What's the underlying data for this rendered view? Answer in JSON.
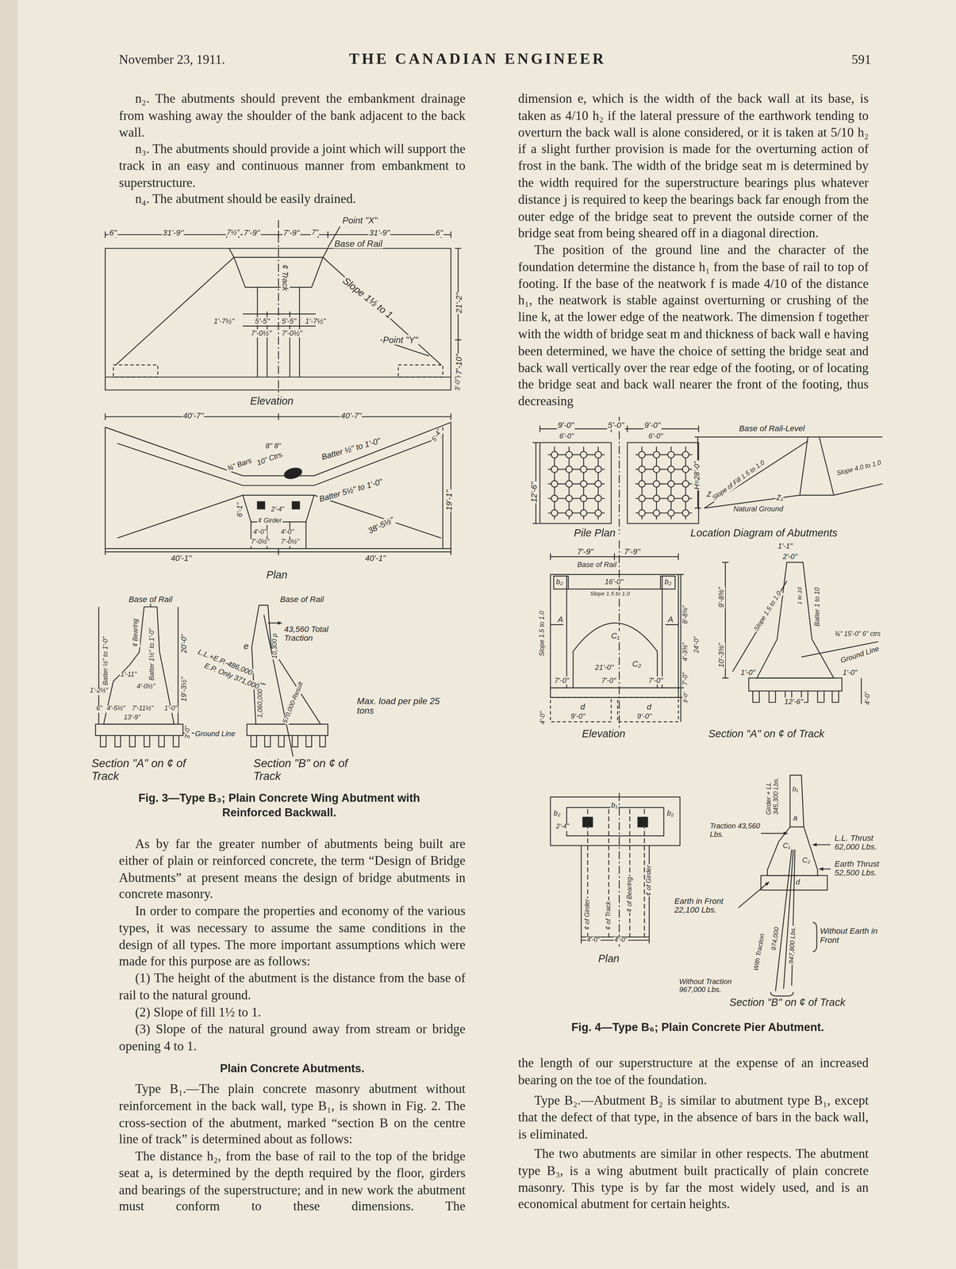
{
  "diagram": {
    "title": "THE CANADIAN ENGINEER",
    "labels": [
      "November 23, 1911.",
      "591",
      "n₂. The abutments should prevent the embankment drainage from washing away the shoulder of the bank adjacent to the back wall.",
      "n₃. The abutments should provide a joint which will support the track in an easy and continuous manner from embankment to superstructure.",
      "n₄. The abutment should be easily drained.",
      "6\"",
      "31'-9\"",
      "7½\"",
      "7'-9\"",
      "7'-9\"",
      "7\"",
      "31'-9\"",
      "6\"",
      "Point \"X\"",
      "Base of Rail",
      "¢ Track",
      "Slope 1½ to 1",
      "1'-7½\"",
      "5'-5\"",
      "5'-5\"",
      "1'-7½\"",
      "7'-0½\"",
      "7'-0½\"",
      "Point \"Y\"",
      "21'-2\"",
      "7'-10\"",
      "3'-0\"",
      "Elevation",
      "40'-7\"",
      "40'-7\"",
      "8\" 8\"",
      "¾\" Bars",
      "10\" Ctrs.",
      "Batter ½\" to 1'-0\"",
      "Batter 5½\" to 1'-0\"",
      "38'-5½\"",
      "5'-4\"",
      "19'-1\"",
      "6'-1\"",
      "2'-4\"",
      "¢ Girder",
      "4'-0\"",
      "4'-0\"",
      "7'-0½\"",
      "7'-0½\"",
      "40'-1\"",
      "40'-1\"",
      "Plan",
      "Base of Rail",
      "Batter ½\" to 1'-0\"",
      "¢ Bearing",
      "Batter 1½\" to 1'-0\"",
      "20'-0\"",
      "1'-11\"",
      "4'-0½\"",
      "1'-2½\"",
      "6\"",
      "4'-5½\"",
      "7'-11½\"",
      "1'-0\"",
      "13'-9\"",
      "19'-3½\"",
      "3'-0\"",
      "Ground Line",
      "Section \"A\" on ¢ of Track",
      "Base of Rail",
      "e",
      "43,560 Total Traction",
      "L.L.+E.P.-486,000",
      "E.P. Only 371,000",
      "10,300 p",
      "1,060,000",
      "570,000-Result",
      "Max. load per pile 25 tons",
      "Section \"B\" on ¢ of Track",
      "Fig. 3—Type B₃; Plain Concrete Wing Abutment with Reinforced Backwall.",
      "As by far the greater number of abutments being built are either of plain or reinforced concrete, the term “Design of Bridge Abutments” at present means the design of bridge abutments in concrete masonry.",
      "In order to compare the properties and economy of the various types, it was necessary to assume the same conditions in the design of all types. The more important assumptions which were made for this purpose are as follows:",
      "(1) The height of the abutment is the distance from the base of rail to the natural ground.",
      "(2) Slope of fill 1½ to 1.",
      "(3) Slope of the natural ground away from stream or bridge opening 4 to 1.",
      "Plain Concrete Abutments.",
      "Type B₁.—The plain concrete masonry abutment without reinforcement in the back wall, type B₁, is shown in Fig. 2. The cross-section of the abutment, marked “section B on the centre line of track” is determined about as follows:",
      "The distance h₂, from the base of rail to the top of the bridge seat a, is determined by the depth required by the floor, girders and bearings of the superstructure; and in new work the abutment must conform to these dimensions. The",
      "dimension e, which is the width of the back wall at its base, is taken as 4/10 h₂ if the lateral pressure of the earthwork tending to overturn the back wall is alone considered, or it is taken at 5/10 h₂ if a slight further provision is made for the overturning action of frost in the bank. The width of the bridge seat m is determined by the width required for the superstructure bearings plus whatever distance j is required to keep the bearings back far enough from the outer edge of the bridge seat to prevent the outside corner of the bridge seat from being sheared off in a diagonal direction.",
      "The position of the ground line and the character of the foundation determine the distance h₁ from the base of rail to top of footing. If the base of the neatwork f is made 4/10 of the distance h₁, the neatwork is stable against overturning or crushing of the line k, at the lower edge of the neatwork. The dimension f together with the width of bridge seat m and thickness of back wall e having been determined, we have the choice of setting the bridge seat and back wall vertically over the rear edge of the footing, or of locating the bridge seat and back wall nearer the front of the footing, thus decreasing",
      "9'-0\"",
      "5'-0\"",
      "9'-0\"",
      "6'-0\"",
      "6'-0\"",
      "12'-6\"",
      "Pile Plan",
      "Base of Rail-Level",
      "H=28'-0\"",
      "Slope of Fill 1.5 to 1.0",
      "Slope 4.0 to 1.0",
      "Z",
      "Z₁",
      "Natural Ground",
      "Location Diagram of Abutments",
      "7'-9\"",
      "7'-9\"",
      "Base of Rail",
      "16'-0\"",
      "Slope 1.5 to 1.0",
      "b₂",
      "b₂",
      "A",
      "A",
      "C₁",
      "C₂",
      "21'-0\"",
      "7'-0\"",
      "7'-0\"",
      "7'-0\"",
      "Slope 1.5 to 1.0",
      "8'-8⅜\"",
      "4'-3⅜\"",
      "24'-0\"",
      "7'-0\"",
      "3'-0\"",
      "4'-0\"",
      "d",
      "d",
      "9'-0\"",
      "9'-0\"",
      "Elevation",
      "1'-1\"",
      "2'-0\"",
      "9'-8⅜\"",
      "10'-3⅜\"",
      "Slope 1.5 to 1.0",
      "Batter 1 to 10",
      "1 to 10",
      "¾\" 15'-0\" 6\" ctrs",
      "Ground Line",
      "1'-0\"",
      "1'-0\"",
      "12'-6\"",
      "4'-0\"",
      "Section \"A\" on ¢ of Track",
      "b₁",
      "b₂",
      "b₂",
      "2'-4\"",
      "¢ of Girder",
      "¢ of Track",
      "¢ of Bearing",
      "¢ of Girder",
      "4'-0\"",
      "4'-0\"",
      "Plan",
      "Girder + LL 345,300 Lbs.",
      "Traction 43,560 Lbs.",
      "L.L. Thrust 62,000 Lbs.",
      "Earth Thrust 52,500 Lbs.",
      "Earth in Front 22,100 Lbs.",
      "974,000",
      "With Traction",
      "947,800 Lbs.",
      "Without Earth in Front",
      "Without Traction 967,000 Lbs.",
      "a",
      "b₁",
      "C₁",
      "C₂",
      "d",
      "Section \"B\" on ¢ of Track",
      "Fig. 4—Type B₆; Plain Concrete Pier Abutment.",
      "the length of our superstructure at the expense of an increased bearing on the toe of the foundation.",
      "Type B₂.—Abutment B₂ is similar to abutment type B₁, except that the defect of that type, in the absence of bars in the back wall, is eliminated.",
      "The two abutments are similar in other respects. The abutment type B₃, is a wing abutment built practically of plain concrete masonry. This type is by far the most widely used, and is an economical abutment for certain heights."
    ]
  }
}
